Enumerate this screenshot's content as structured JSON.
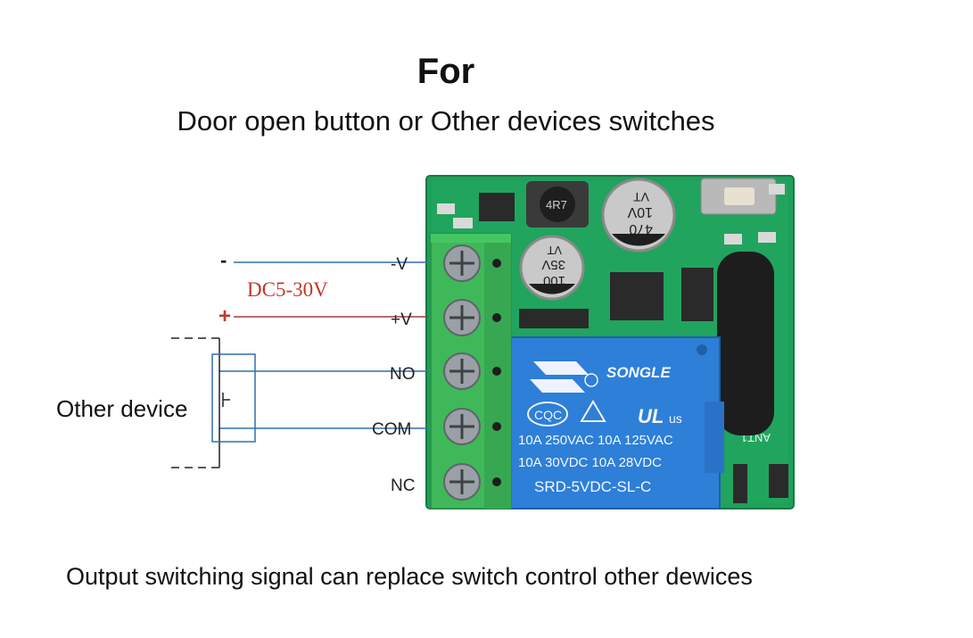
{
  "title": "For",
  "subtitle": "Door open button or Other devices switches",
  "footer": "Output switching signal can replace switch control other dewices",
  "device_label": "Other device",
  "supply": {
    "minus": "-",
    "plus": "+",
    "voltage": "DC5-30V"
  },
  "terminals": {
    "vneg": "-V",
    "vpos": "+V",
    "no": "NO",
    "com": "COM",
    "nc": "NC"
  },
  "relay": {
    "brand": "SONGLE",
    "cert": "CQC",
    "ul": "us",
    "rating_1": "10A 250VAC  10A 125VAC",
    "rating_2": "10A  30VDC  10A  28VDC",
    "model": "SRD-5VDC-SL-C"
  },
  "board": {
    "cap_large_1": "470",
    "cap_large_2": "10V",
    "cap_large_3": "VT",
    "cap_small_1": "100",
    "cap_small_2": "35V",
    "cap_small_3": "VT",
    "inductor": "4R7",
    "ant_label": "ANT1"
  },
  "colors": {
    "board": "#1fa05a",
    "relay": "#2d7fd8",
    "terminal": "#3fb85a",
    "wire_blue": "#2e6fb0",
    "wire_red": "#a33a3a",
    "accent_red": "#c0392b"
  }
}
